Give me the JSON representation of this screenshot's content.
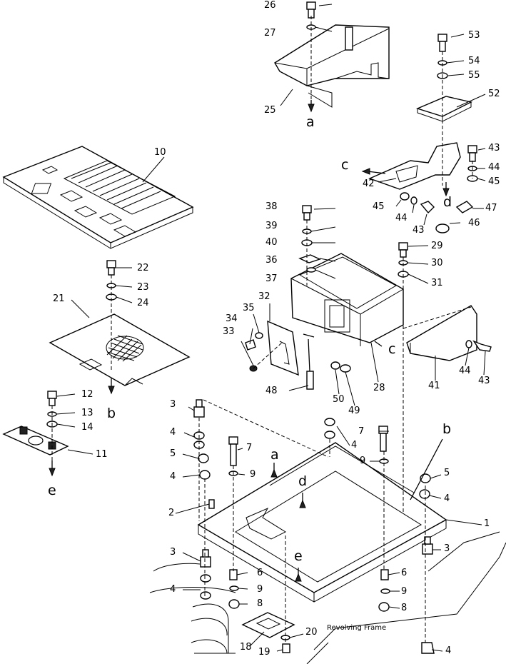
{
  "diagram": {
    "caption": "Revolving Frame",
    "part_numbers": [
      "1",
      "2",
      "3",
      "4",
      "5",
      "6",
      "7",
      "8",
      "9",
      "10",
      "11",
      "12",
      "13",
      "14",
      "18",
      "19",
      "20",
      "21",
      "22",
      "23",
      "24",
      "25",
      "26",
      "27",
      "28",
      "29",
      "30",
      "31",
      "32",
      "33",
      "34",
      "35",
      "36",
      "37",
      "38",
      "39",
      "40",
      "41",
      "42",
      "43",
      "44",
      "45",
      "46",
      "47",
      "48",
      "49",
      "50",
      "52",
      "53",
      "54",
      "55"
    ],
    "reference_letters": [
      "a",
      "b",
      "c",
      "d",
      "e"
    ]
  }
}
